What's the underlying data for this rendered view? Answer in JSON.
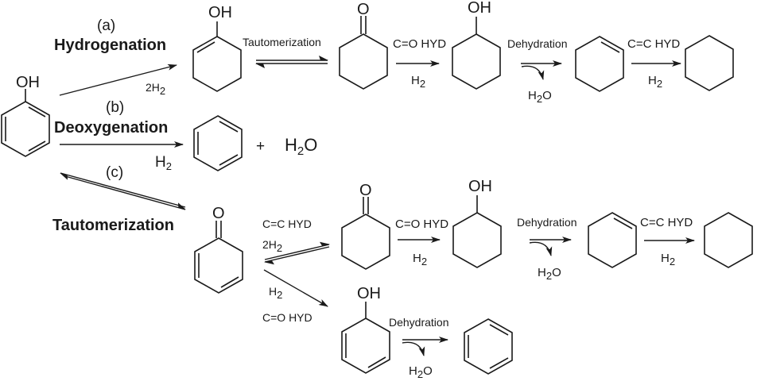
{
  "title": "Phenol hydrodeoxygenation reaction pathways",
  "pathways": {
    "a": {
      "letter": "(a)",
      "name": "Hydrogenation",
      "reagent": "2H",
      "reagent_sub": "2"
    },
    "b": {
      "letter": "(b)",
      "name": "Deoxygenation",
      "reagent": "H",
      "reagent_sub": "2",
      "plus": "+",
      "byproduct": "H",
      "byproduct_sub": "2",
      "byproduct_tail": "O"
    },
    "c": {
      "letter": "(c)",
      "name": "Tautomerization"
    }
  },
  "atoms": {
    "oh": "OH",
    "o": "O"
  },
  "steps": {
    "tautomerization": "Tautomerization",
    "co_hyd": "C=O HYD",
    "cc_hyd": "C=C HYD",
    "dehydration": "Dehydration",
    "h2": "H",
    "h2_sub": "2",
    "two_h2": "2H",
    "water_h": "H",
    "water_sub": "2",
    "water_o": "O"
  },
  "molecules": [
    "phenol",
    "cyclohex-1-en-1-ol",
    "cyclohexanone",
    "cyclohexanol",
    "cyclohexene",
    "cyclohexane",
    "benzene",
    "cyclohexa-2,4-dien-1-one",
    "cyclohexa-2,4-dien-1-ol"
  ]
}
